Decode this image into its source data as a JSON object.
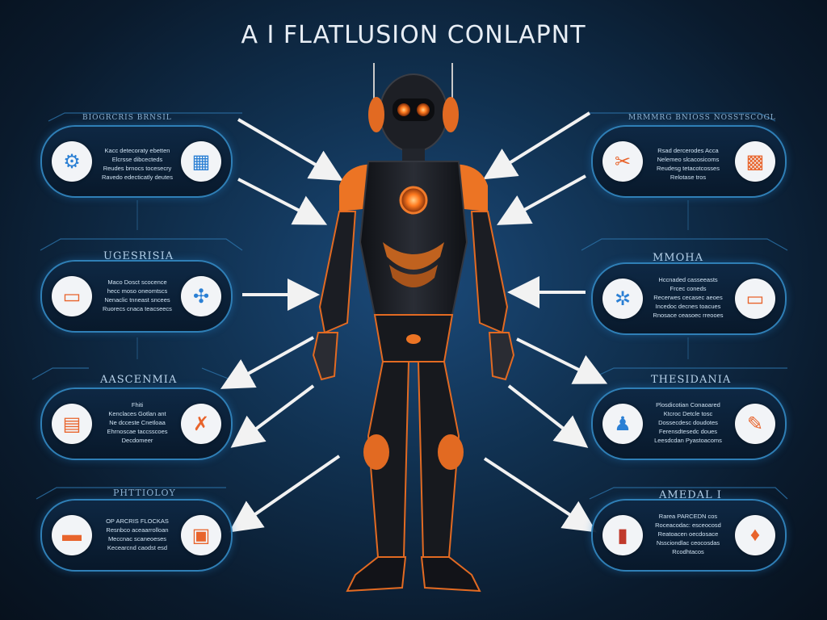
{
  "title": "A I FLATLUSION CONLAPNT",
  "left": [
    {
      "label": "BIOGRCRIS BRNSIL",
      "label_small": true,
      "lines": [
        "Kacc detecoraty ebetten",
        "Elcrsse dibcecteds",
        "Reudes brnocs tocesecry",
        "Ravedo edecticatly deutes"
      ],
      "icon_left": "gear-chat-icon",
      "icon_right": "blueprint-icon",
      "accent": "#2a7fd4"
    },
    {
      "label": "UGESRISIA",
      "label_small": false,
      "lines": [
        "Maco Dosct scocence",
        "hecc moso oneomtscs",
        "Nenaclic tnneast sncees",
        "Ruorecs cnaca teacseecs"
      ],
      "icon_left": "laptop-icon",
      "icon_right": "network-icon",
      "accent": "#e8642c"
    },
    {
      "label": "AASCENMIA",
      "label_small": false,
      "lines": [
        "Fhiti",
        "Kenclaces Gotlan ant",
        "Ne dcceste Cnetloaa",
        "Ehrnoscae taccsscoes",
        "Decdomeer"
      ],
      "icon_left": "monitor-icon",
      "icon_right": "figure-icon",
      "accent": "#e8642c"
    },
    {
      "label": "PHTTIOLOY",
      "label_small": false,
      "lines": [
        "OP ARCRIS FLOCKAS",
        "Resnbco aceaarrolloan",
        "Meccnac scaneoeses",
        "Kecearcnd caodst esd"
      ],
      "icon_left": "tablet-icon",
      "icon_right": "device-icon",
      "accent": "#e8642c"
    }
  ],
  "right": [
    {
      "label": "MRMMRG BNIOSS NOSSTSCOGL",
      "label_small": true,
      "lines": [
        "Rsad dercerodes Acca",
        "Nelemeo slcacosicoms",
        "Reudesg tetacotcosses",
        "Relotase tros"
      ],
      "icon_left": "tools-icon",
      "icon_right": "robot-box-icon",
      "accent": "#e8642c"
    },
    {
      "label": "MMOHA",
      "label_small": false,
      "lines": [
        "Hccnaded casseeasts",
        "Frcec coneds",
        "Recerwes cecasec aeoes",
        "Incedoc decnes toacues",
        "Rnosace ceasoec rreooes"
      ],
      "icon_left": "snowflake-icon",
      "icon_right": "presentation-icon",
      "accent": "#2a7fd4"
    },
    {
      "label": "THESIDANIA",
      "label_small": false,
      "lines": [
        "Plosdicotian Conaoared",
        "Ktcroc Detcle tosc",
        "Dossecdesc doudotes",
        "Ferensdtesedc doues",
        "Leesdcdan Pyastoacoms"
      ],
      "icon_left": "person-icon",
      "icon_right": "pen-icon",
      "accent": "#e8642c"
    },
    {
      "label": "AMEDAL I",
      "label_small": false,
      "lines": [
        "Rarea PARCEDN cos",
        "Roceacodac: esceocosd",
        "Reatoacen oecdosace",
        "Nssciondlac ceocosdas",
        "Rcodhtacos"
      ],
      "icon_left": "screen-icon",
      "icon_right": "drop-icon",
      "accent": "#e8642c"
    }
  ],
  "colors": {
    "robot_body": "#1a1c22",
    "robot_accent": "#f07a2a",
    "eye_glow": "#ff5a1f",
    "card_border": "#2f7fb6",
    "arrow": "#f2f2f2"
  }
}
